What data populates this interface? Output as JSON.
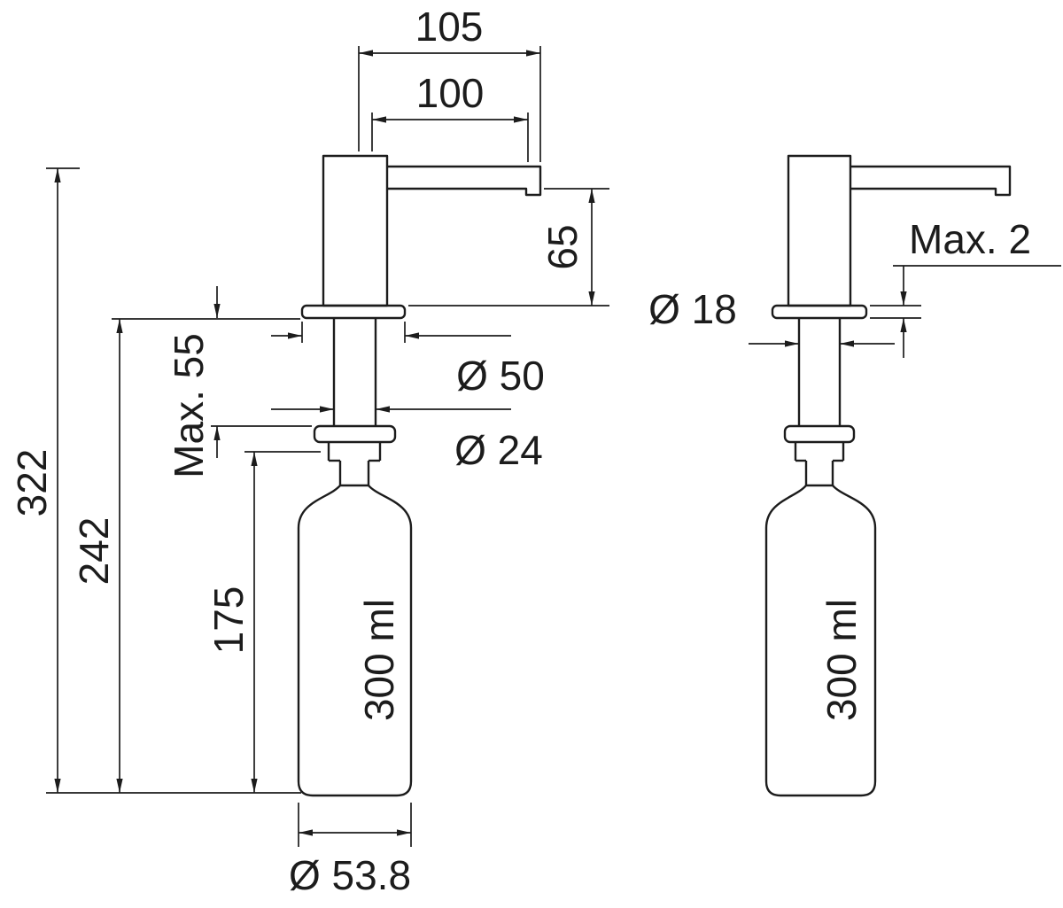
{
  "drawing": {
    "line_color": "#1c1c1c",
    "background_color": "#ffffff",
    "left_view": {
      "dim_top_width": "105",
      "dim_spout_length": "100",
      "dim_spout_height": "65",
      "dim_total_height": "322",
      "dim_underdeck_height": "242",
      "dim_max_deck_thickness": "Max. 55",
      "dim_bottle_height": "175",
      "dim_flange_diameter": "Ø 50",
      "dim_shaft_diameter": "Ø 24",
      "dim_bottle_diameter": "Ø 53.8",
      "bottle_capacity": "300 ml"
    },
    "right_view": {
      "dim_hole_diameter": "Ø 18",
      "dim_max_flange": "Max. 2",
      "bottle_capacity": "300 ml"
    }
  }
}
